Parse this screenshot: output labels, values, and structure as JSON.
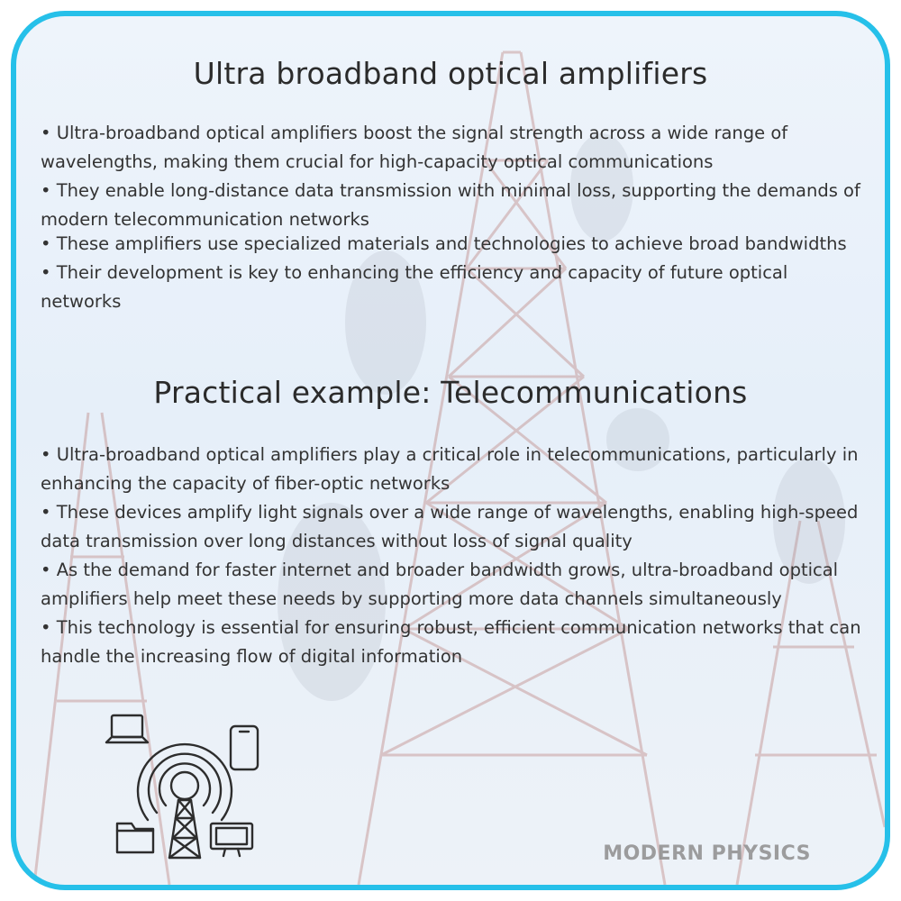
{
  "section1": {
    "title": "Ultra broadband optical amplifiers",
    "bullets": [
      "• Ultra-broadband optical amplifiers boost the signal strength across a wide range of wavelengths, making them crucial for high-capacity optical communications",
      "• They enable long-distance data transmission with minimal loss, supporting the demands of modern telecommunication networks",
      "• These amplifiers use specialized materials and technologies to achieve broad bandwidths",
      "• Their development is key to enhancing the efficiency and capacity of future optical networks"
    ]
  },
  "section2": {
    "title": "Practical example: Telecommunications",
    "bullets": [
      "• Ultra-broadband optical amplifiers play a critical role in telecommunications, particularly in enhancing the capacity of fiber-optic networks",
      "• These devices amplify light signals over a wide range of wavelengths, enabling high-speed data transmission over long distances without loss of signal quality",
      "• As the demand for faster internet and broader bandwidth grows, ultra-broadband optical amplifiers help meet these needs by supporting more data channels simultaneously",
      "• This technology is essential for ensuring robust, efficient communication networks that can handle the increasing flow of digital information"
    ]
  },
  "watermark": "MODERN PHYSICS",
  "icons": {
    "illustration": "telecom-tower-icon",
    "devices": [
      "laptop-icon",
      "smartphone-icon",
      "folder-icon",
      "monitor-icon"
    ]
  },
  "colors": {
    "frame": "#26c0e9",
    "text": "#333333",
    "background": "#eaf1f9"
  }
}
